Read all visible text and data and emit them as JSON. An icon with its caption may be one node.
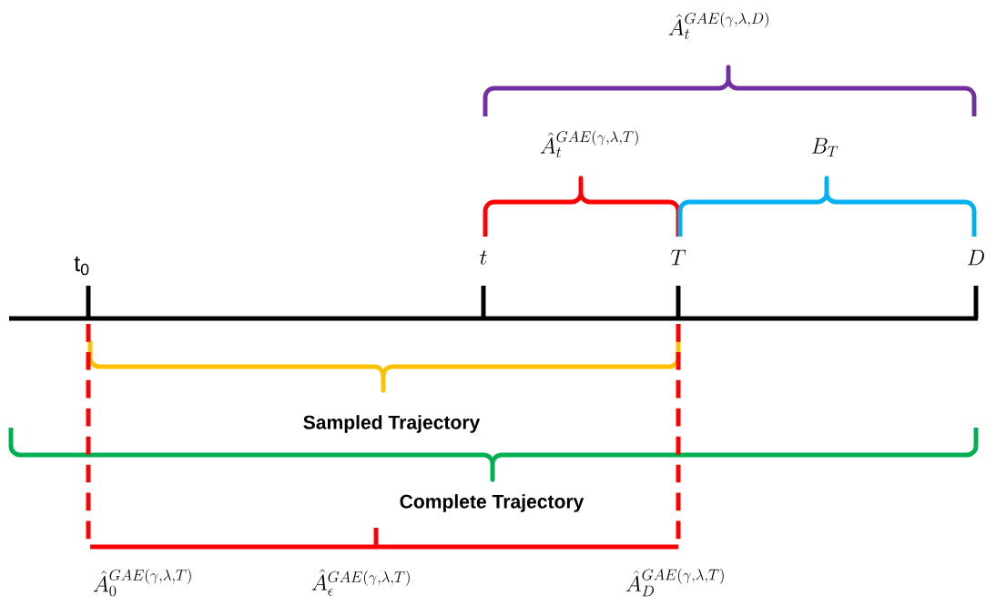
{
  "diagram": {
    "labels": [
      "\\hat{A}_t^{GAE(\\gamma,\\lambda,D)}",
      "\\hat{A}_t^{GAE(\\gamma,\\lambda,T)}",
      "B_T",
      "t$_{0}$",
      "t",
      "T",
      "D",
      "Sampled Trajectory",
      "Complete Trajectory",
      "\\hat{A}_0^{GAE(\\gamma,\\lambda,T)}",
      "\\hat{A}_\\epsilon^{GAE(\\gamma,\\lambda,T)}",
      "\\hat{A}_D^{GAE(\\gamma,\\lambda,T)}"
    ]
  }
}
